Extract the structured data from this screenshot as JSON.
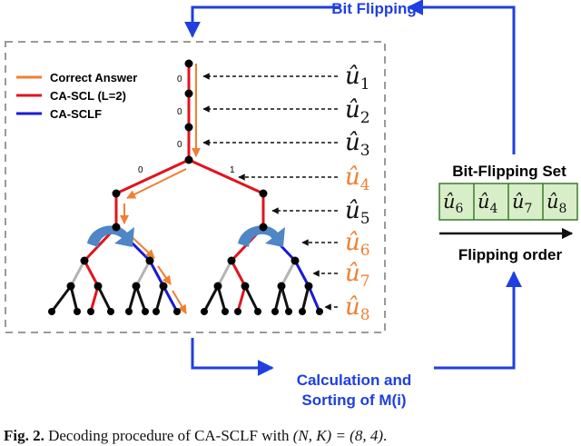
{
  "top_label": "Bit Flipping",
  "bottom_label_line1": "Calculation and",
  "bottom_label_line2": "Sorting of M(i)",
  "legend": [
    {
      "text": "Correct Answer",
      "color": "#f07f30"
    },
    {
      "text": "CA-SCL (L=2)",
      "color": "#e0141e"
    },
    {
      "text": "CA-SCLF",
      "color": "#1a1ad8"
    }
  ],
  "colors": {
    "orange": "#f07f30",
    "red": "#e0141e",
    "blue": "#1a1ad8",
    "gray": "#b4b4b4",
    "arrow_blue": "#1f3fe0",
    "set_fill": "#d8eec8",
    "set_border": "#3c7a2a",
    "curved_arrow": "#4f86c6"
  },
  "edge_bits": {
    "top": [
      "0",
      "0",
      "0"
    ],
    "branch_left": "0",
    "branch_right": "1"
  },
  "u_labels": [
    {
      "sub": "1",
      "color": "black"
    },
    {
      "sub": "2",
      "color": "black"
    },
    {
      "sub": "3",
      "color": "black"
    },
    {
      "sub": "4",
      "color": "orange"
    },
    {
      "sub": "5",
      "color": "black"
    },
    {
      "sub": "6",
      "color": "orange"
    },
    {
      "sub": "7",
      "color": "orange"
    },
    {
      "sub": "8",
      "color": "orange"
    }
  ],
  "bit_flipping_set": {
    "title": "Bit-Flipping Set",
    "items": [
      "6",
      "4",
      "7",
      "8"
    ],
    "order_label": "Flipping order"
  },
  "caption": {
    "prefix": "Fig. 2.",
    "text": " Decoding procedure of CA-SCLF with ",
    "math": "(N, K) = (8, 4)",
    "suffix": "."
  },
  "icons": [
    "curved-arrow-icon",
    "dashed-arrow-icon"
  ]
}
